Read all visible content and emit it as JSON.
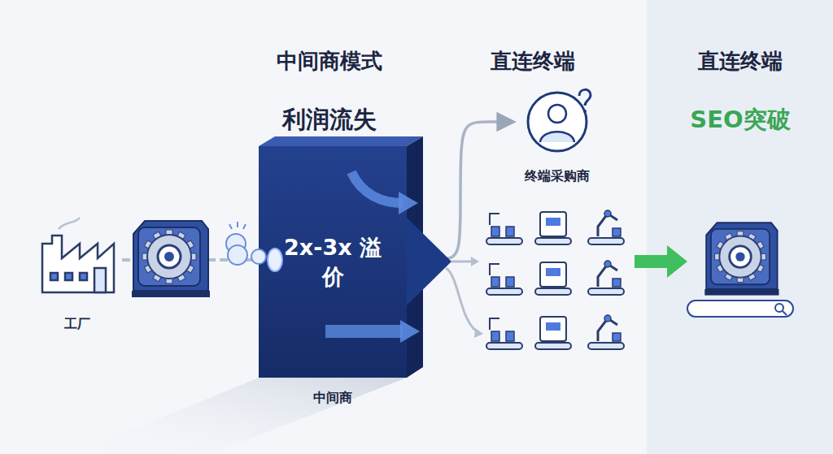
{
  "diagram": {
    "nodes": [
      {
        "text": [
          "工厂"
        ]
      },
      {
        "text": [
          "2x-3x 溢价",
          "中间商"
        ]
      },
      {
        "text": [
          "终端采购商"
        ]
      }
    ],
    "edges": [
      {
        "from": 0,
        "to": 1,
        "arrow": "none"
      },
      {
        "from": 1,
        "to": 2,
        "arrow": "to"
      }
    ],
    "labels": [
      "中间商模式",
      "利润流失",
      "直连终端",
      "直连终端",
      "SEO突破"
    ]
  }
}
